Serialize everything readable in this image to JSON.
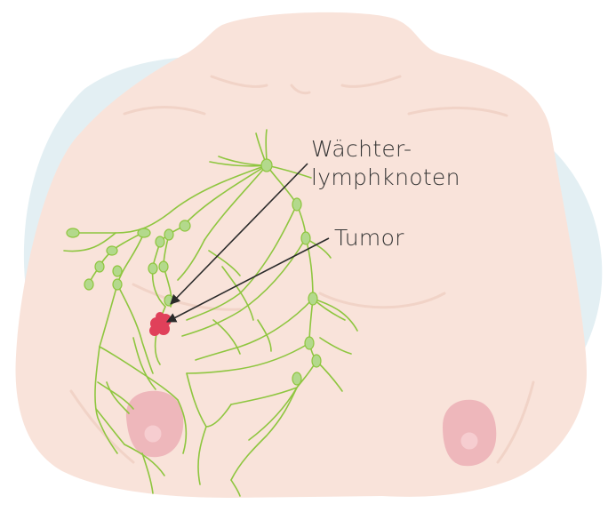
{
  "labels": {
    "sentinel_line1": "Wächter-",
    "sentinel_line2": "lymphknoten",
    "tumor": "Tumor"
  },
  "colors": {
    "background_blob": "#e3eff3",
    "skin": "#f9e3da",
    "skin_shadow": "#f1d3c7",
    "lymph_vessel": "#8ec63f",
    "lymph_node": "#b3d98c",
    "tumor": "#e0405a",
    "areola": "#eeb7bb",
    "nipple": "#f6cdd0",
    "leader_line": "#2a2a2a",
    "text": "#333333"
  },
  "icons": {
    "tumor": "tumor-cluster-icon",
    "lymph_node": "lymph-node-icon",
    "arrow": "arrowhead-icon"
  }
}
